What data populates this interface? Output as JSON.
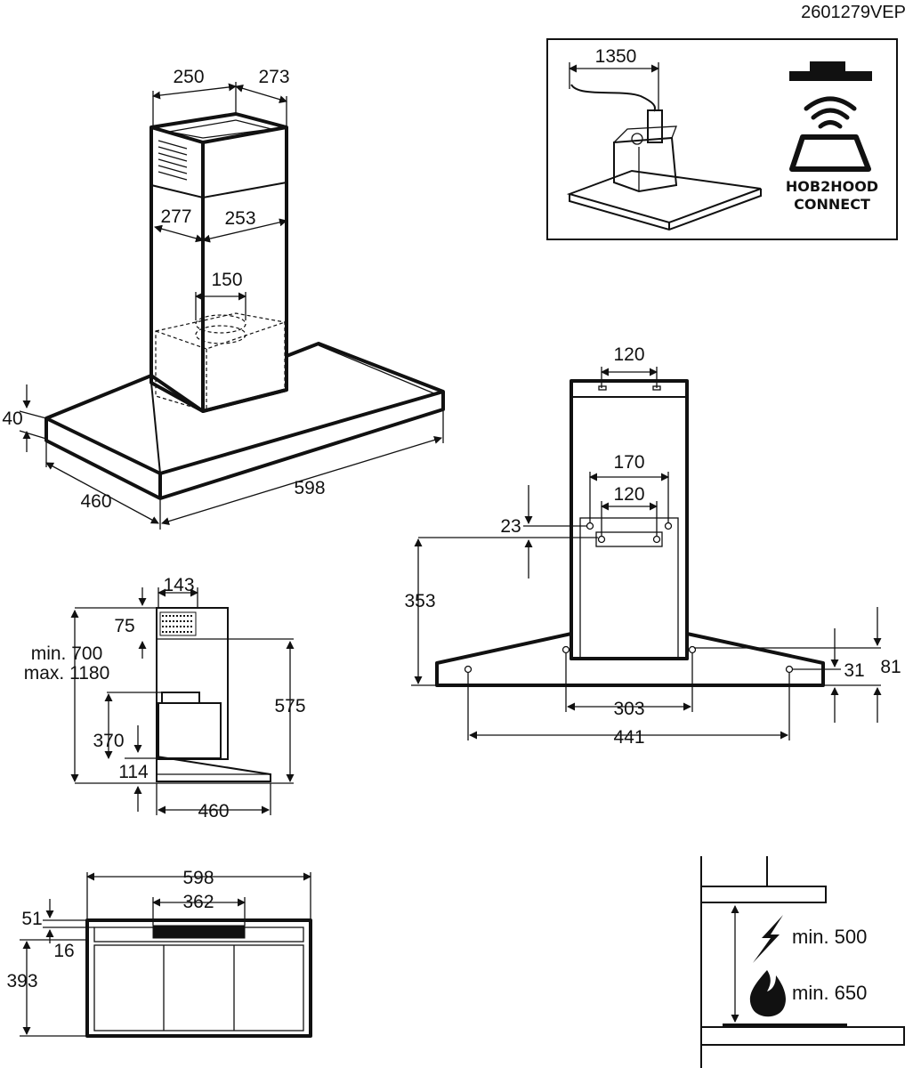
{
  "doc_code": "2601279VEP",
  "hob2hood": {
    "cable_length": "1350",
    "badge_line1": "HOB2HOOD",
    "badge_line2": "CONNECT"
  },
  "perspective_view": {
    "chimney_depth_top": "250",
    "chimney_width_top": "273",
    "chimney_depth_mid": "277",
    "chimney_width_mid": "253",
    "outlet_diameter": "150",
    "canopy_height": "40",
    "canopy_depth": "460",
    "canopy_width": "598"
  },
  "rear_view": {
    "top_bracket_spacing": "120",
    "outer_hole_spacing": "170",
    "inner_hole_spacing": "120",
    "hole_offset": "23",
    "bracket_height": "353",
    "canopy_hole_spacing_inner": "303",
    "canopy_hole_spacing_outer": "441",
    "canopy_hole_offset": "31",
    "canopy_total_height": "81"
  },
  "side_view": {
    "chimney_depth": "143",
    "vent_offset": "75",
    "height_min": "min. 700",
    "height_max": "max. 1180",
    "chimney_height": "575",
    "motor_height": "370",
    "canopy_height": "114",
    "depth": "460"
  },
  "front_view": {
    "width": "598",
    "filter_width": "362",
    "top_offset": "51",
    "rim": "16",
    "height": "393"
  },
  "clearance": {
    "electric_hob": "min. 500",
    "gas_hob": "min. 650"
  },
  "icons": [
    "bolt-icon",
    "flame-icon",
    "wifi-signal-icon",
    "hood-icon",
    "hob-icon"
  ]
}
